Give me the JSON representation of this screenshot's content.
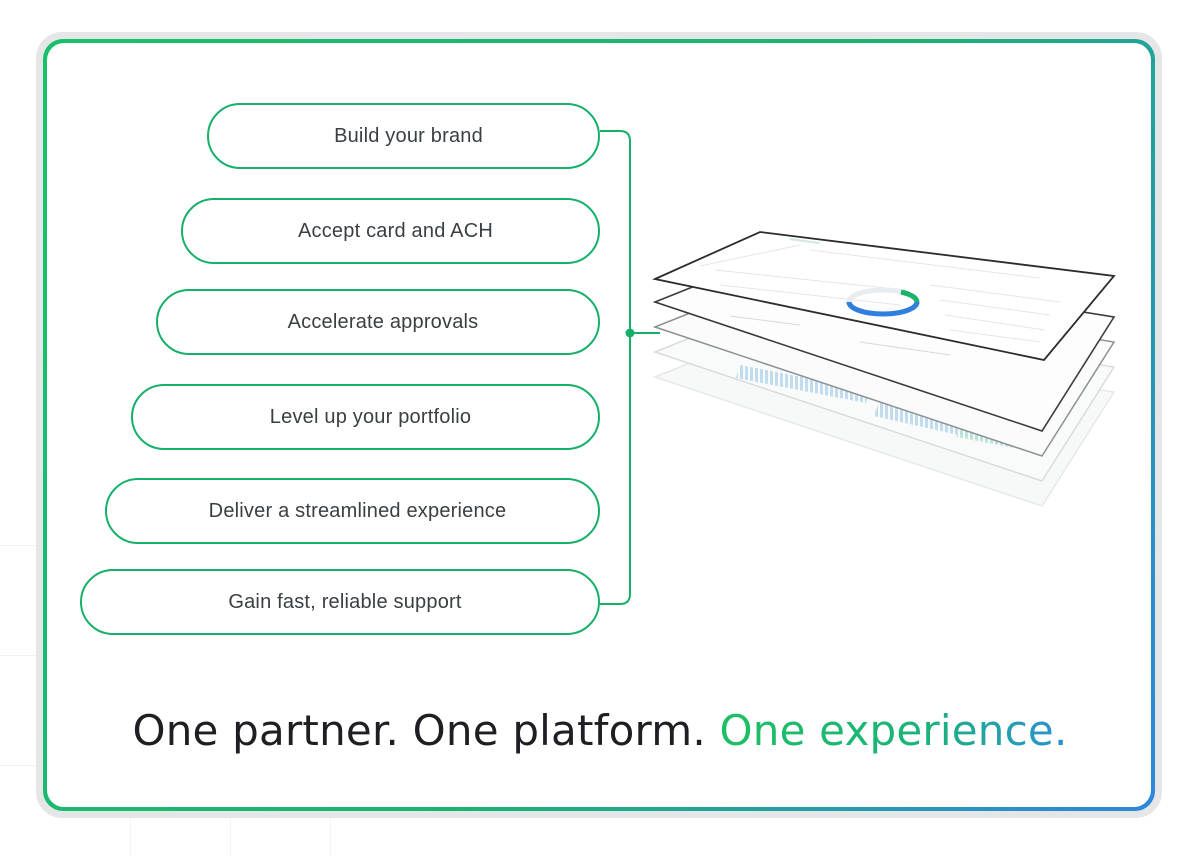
{
  "pills": [
    "Build your brand",
    "Accept card and ACH",
    "Accelerate approvals",
    "Level up your portfolio",
    "Deliver a streamlined experience",
    "Gain fast, reliable support"
  ],
  "headline": {
    "part1": "One partner. One platform. ",
    "part2": "One experience."
  },
  "colors": {
    "accent_green": "#16b06a",
    "accent_blue": "#2e86dc",
    "text_dark": "#1d1f22"
  },
  "icons": {
    "dashboard_stack": "layered-dashboard-screens",
    "donut": "donut-chart-icon"
  }
}
